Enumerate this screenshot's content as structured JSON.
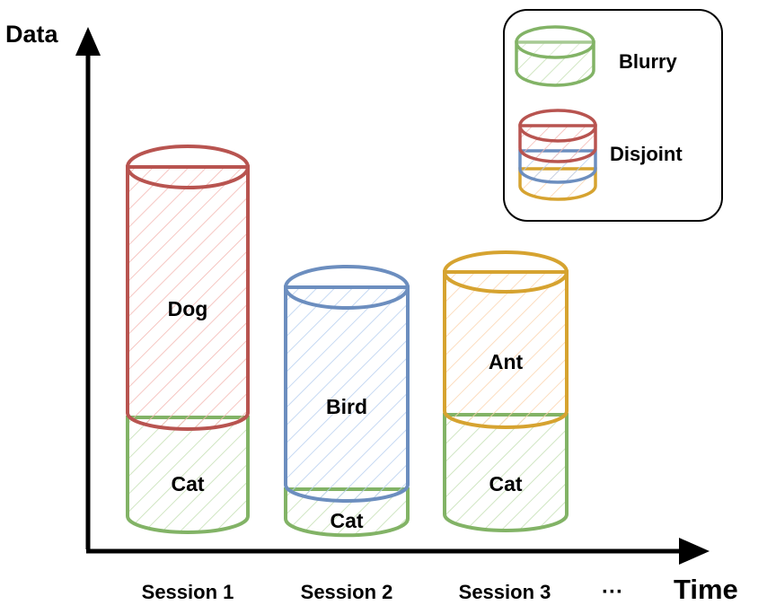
{
  "axes": {
    "y_label": "Data",
    "x_label": "Time"
  },
  "sessions": [
    {
      "label": "Session 1",
      "segments": [
        {
          "name": "Cat",
          "color": "green",
          "relative_height": 0.27
        },
        {
          "name": "Dog",
          "color": "red",
          "relative_height": 0.73
        }
      ]
    },
    {
      "label": "Session 2",
      "segments": [
        {
          "name": "Cat",
          "color": "green",
          "relative_height": 0.1
        },
        {
          "name": "Bird",
          "color": "blue",
          "relative_height": 0.9
        }
      ]
    },
    {
      "label": "Session 3",
      "segments": [
        {
          "name": "Cat",
          "color": "green",
          "relative_height": 0.45
        },
        {
          "name": "Ant",
          "color": "orange",
          "relative_height": 0.55
        }
      ]
    }
  ],
  "ellipsis": "···",
  "legend": {
    "items": [
      {
        "label": "Blurry"
      },
      {
        "label": "Disjoint"
      }
    ]
  },
  "colors": {
    "green": {
      "stroke": "#82b366",
      "hatch": "#c5e0b4"
    },
    "red": {
      "stroke": "#b85450",
      "hatch": "#f4b8b3"
    },
    "blue": {
      "stroke": "#6c8ebf",
      "hatch": "#b9d0f0"
    },
    "orange": {
      "stroke": "#d6a330",
      "hatch": "#fcd5b0"
    }
  }
}
